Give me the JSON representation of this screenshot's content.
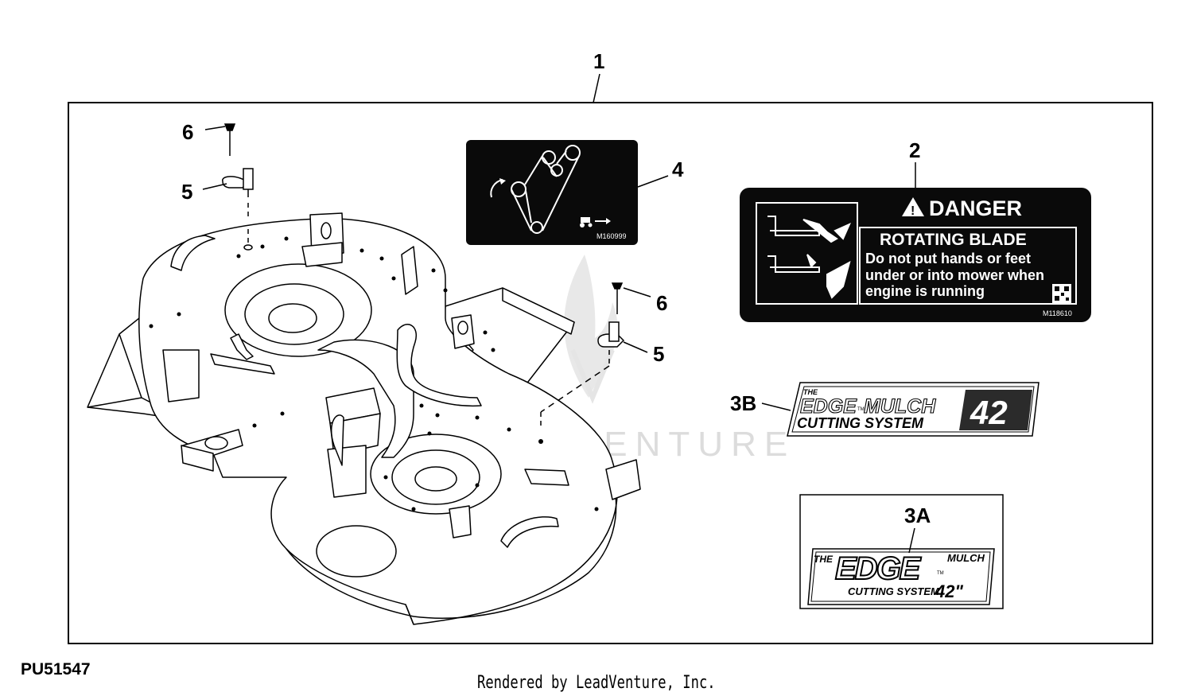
{
  "callouts": {
    "c1": "1",
    "c2": "2",
    "c3a": "3A",
    "c3b": "3B",
    "c4": "4",
    "c5a": "5",
    "c5b": "5",
    "c6a": "6",
    "c6b": "6"
  },
  "decal_4": {
    "code": "M160999"
  },
  "danger_decal": {
    "title": "DANGER",
    "subtitle": "ROTATING BLADE",
    "lines": [
      "Do not put hands or feet",
      "under or into mower when",
      "engine is running"
    ],
    "code": "M118610"
  },
  "decal_3b": {
    "the": "THE",
    "brand": "EDGE",
    "tm": "TM",
    "mulch": "MULCH",
    "system": "CUTTING SYSTEM",
    "size": "42"
  },
  "decal_3a": {
    "the": "THE",
    "brand": "EDGE",
    "tm": "TM",
    "mulch": "MULCH",
    "system": "CUTTING SYSTEM",
    "size": "42\""
  },
  "watermark": "LEADVENTURE",
  "figure_id": "PU51547",
  "footer": "Rendered by LeadVenture, Inc.",
  "colors": {
    "decal_black": "#0a0a0a",
    "watermark": "#d9d9d9",
    "line": "#000000"
  }
}
